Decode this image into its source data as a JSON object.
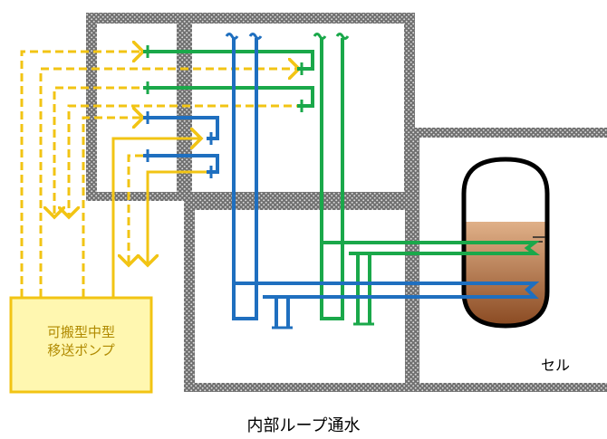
{
  "pump": {
    "line1": "可搬型中型",
    "line2": "移送ポンプ"
  },
  "cell": {
    "label": "セル"
  },
  "caption": "内部ループ通水",
  "colors": {
    "pump_line": "#f2c414",
    "pump_fill": "#fff7b0",
    "green_pipe": "#1aa84a",
    "blue_pipe": "#1f6fbf",
    "wall_hatch": "#9a9a9a",
    "liquid_top": "#e0b088",
    "liquid_bottom": "#8a4a22"
  }
}
